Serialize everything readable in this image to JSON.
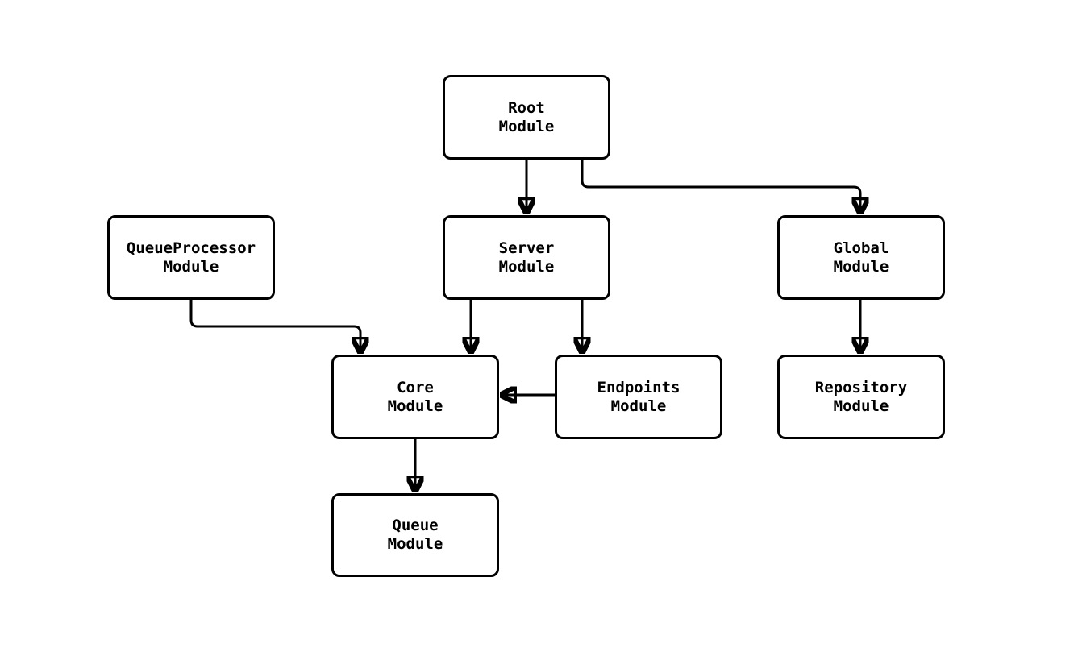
{
  "diagram": {
    "type": "flowchart",
    "description": "Module dependency graph",
    "colors": {
      "background": "#ffffff",
      "node_fill": "#ffffff",
      "node_border": "#000000",
      "edge": "#000000",
      "text": "#000000"
    },
    "nodes": {
      "root": {
        "line1": "Root",
        "line2": "Module"
      },
      "queueprocessor": {
        "line1": "QueueProcessor",
        "line2": "Module"
      },
      "server": {
        "line1": "Server",
        "line2": "Module"
      },
      "global": {
        "line1": "Global",
        "line2": "Module"
      },
      "core": {
        "line1": "Core",
        "line2": "Module"
      },
      "endpoints": {
        "line1": "Endpoints",
        "line2": "Module"
      },
      "repository": {
        "line1": "Repository",
        "line2": "Module"
      },
      "queue": {
        "line1": "Queue",
        "line2": "Module"
      }
    },
    "edges": [
      {
        "from": "Root Module",
        "to": "Server Module"
      },
      {
        "from": "Root Module",
        "to": "Global Module"
      },
      {
        "from": "QueueProcessor Module",
        "to": "Core Module"
      },
      {
        "from": "Server Module",
        "to": "Core Module"
      },
      {
        "from": "Server Module",
        "to": "Endpoints Module"
      },
      {
        "from": "Endpoints Module",
        "to": "Core Module"
      },
      {
        "from": "Global Module",
        "to": "Repository Module"
      },
      {
        "from": "Core Module",
        "to": "Queue Module"
      }
    ]
  }
}
